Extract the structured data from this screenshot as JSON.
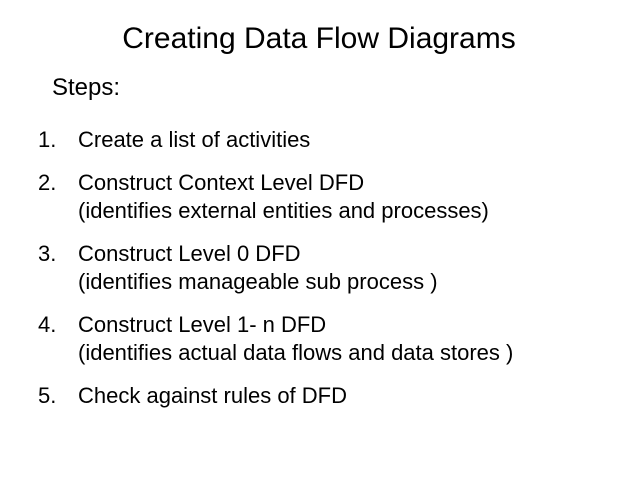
{
  "slide": {
    "title": "Creating Data Flow Diagrams",
    "steps_label": "Steps:",
    "background_color": "#ffffff",
    "text_color": "#000000",
    "steps": [
      {
        "number": "1.",
        "text": "Create a list of activities",
        "detail": ""
      },
      {
        "number": "2.",
        "text": "Construct Context Level DFD",
        "detail": "(identifies external entities and processes)"
      },
      {
        "number": "3.",
        "text": "Construct Level 0 DFD",
        "detail": "(identifies manageable sub process )"
      },
      {
        "number": "4.",
        "text": "Construct Level 1- n DFD",
        "detail": "(identifies actual data flows and data stores )"
      },
      {
        "number": "5.",
        "text": "Check against rules of DFD",
        "detail": ""
      }
    ]
  }
}
